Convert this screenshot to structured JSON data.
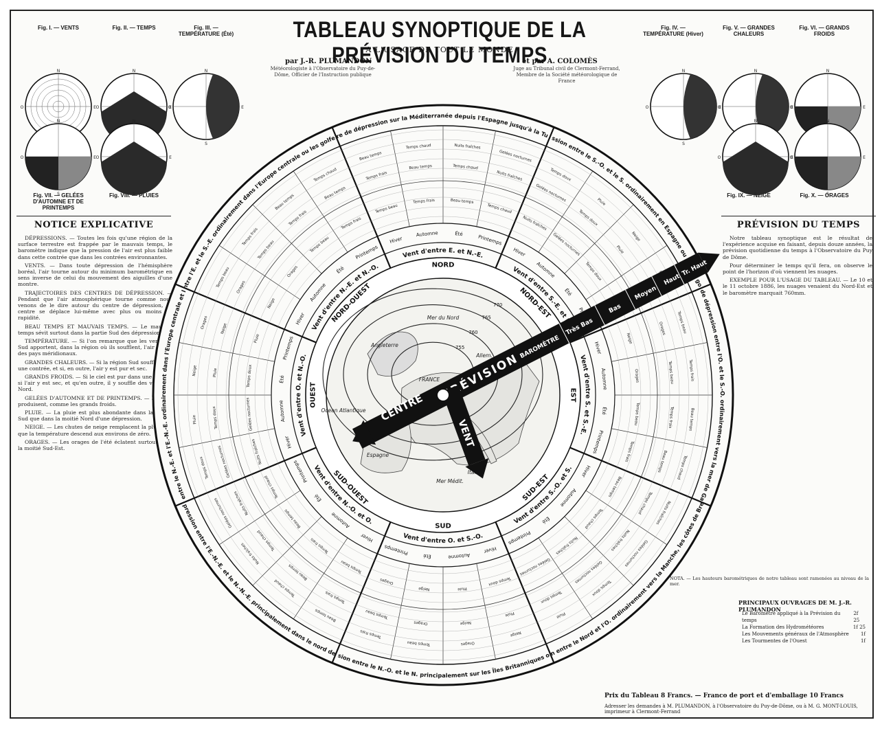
{
  "header": {
    "title": "TABLEAU SYNOPTIQUE DE LA PRÉVISION DU TEMPS",
    "subtitle": "A L'USAGE DE TOUT LE MONDE",
    "author_left": "par J.-R. PLUMANDON",
    "author_left_aff": "Météorologiste à l'Observatoire du Puy-de-Dôme, Officier de l'Instruction publique",
    "author_right": "et par A. COLOMÈS",
    "author_right_aff": "Juge au Tribunal civil de Clermont-Ferrand, Membre de la Société météorologique de France"
  },
  "figures": [
    {
      "label": "Fig. I. — VENTS"
    },
    {
      "label": "Fig. II. — TEMPS"
    },
    {
      "label": "Fig. III. — TEMPÉRATURE (Été)"
    },
    {
      "label": "Fig. VII. — GELÉES D'AUTOMNE ET DE PRINTEMPS"
    },
    {
      "label": "Fig. VIII. — PLUIES"
    },
    {
      "label": "Fig. IV. — TEMPÉRATURE (Hiver)"
    },
    {
      "label": "Fig. V. — GRANDES CHALEURS"
    },
    {
      "label": "Fig. VI. — GRANDS FROIDS"
    },
    {
      "label": "Fig. IX. — NEIGE"
    },
    {
      "label": "Fig. X. — ORAGES"
    }
  ],
  "left_column": {
    "heading": "NOTICE EXPLICATIVE",
    "paragraphs": [
      "DÉPRESSIONS. — Toutes les fois qu'une région de la surface terrestre est frappée par le mauvais temps, le baromètre indique que la pression de l'air est plus faible dans cette contrée que dans les contrées environnantes.",
      "VENTS. — Dans toute dépression de l'hémisphère boréal, l'air tourne autour du minimum barométrique en sens inverse de celui du mouvement des aiguilles d'une montre.",
      "TRAJECTOIRES DES CENTRES DE DÉPRESSION. — Pendant que l'air atmosphérique tourne comme nous venons de le dire autour du centre de dépression, ce centre se déplace lui-même avec plus ou moins de rapidité.",
      "BEAU TEMPS ET MAUVAIS TEMPS. — Le mauvais temps sévit surtout dans la partie Sud des dépressions.",
      "TEMPÉRATURE. — Si l'on remarque que les vents du Sud apportent, dans la région où ils soufflent, l'air chaud des pays méridionaux.",
      "GRANDES CHALEURS. — Si la région Sud souffle dans une contrée, et si, en outre, l'air y est pur et sec.",
      "GRANDS FROIDS. — Si le ciel est pur dans une région, si l'air y est sec, et qu'en outre, il y souffle des vents du Nord.",
      "GELÉES D'AUTOMNE ET DE PRINTEMPS. — Elles se produisent, comme les grands froids.",
      "PLUIE. — La pluie est plus abondante dans la moitié Sud que dans la moitié Nord d'une dépression.",
      "NEIGE. — Les chutes de neige remplacent la pluie dès que la température descend aux environs de zéro.",
      "ORAGES. — Les orages de l'été éclatent surtout dans la moitié Sud-Est."
    ]
  },
  "right_column": {
    "heading": "PRÉVISION DU TEMPS",
    "paragraphs": [
      "Notre tableau synoptique est le résultat de l'expérience acquise en faisant, depuis douze années, la prévision quotidienne du temps à l'Observatoire du Puy de Dôme.",
      "Pour déterminer le temps qu'il fera, on observe le point de l'horizon d'où viennent les nuages.",
      "EXEMPLE POUR L'USAGE DU TABLEAU. — Le 10 et le 11 octobre 1886, les nuages venaient du Nord-Est et le baromètre marquait 760mm."
    ],
    "nota": "NOTA. — Les hauteurs barométriques de notre tableau sont ramenées au niveau de la mer."
  },
  "works": {
    "heading": "PRINCIPAUX OUVRAGES DE M. J.-R. PLUMANDON",
    "items": [
      {
        "title": "Le Baromètre appliqué à la Prévision du temps",
        "price": "2f 25"
      },
      {
        "title": "La Formation des Hydrométéores",
        "price": "1f 25"
      },
      {
        "title": "Les Mouvements généraux de l'Atmosphère",
        "price": "1f"
      },
      {
        "title": "Les Tourmentes de l'Ouest",
        "price": "1f"
      }
    ]
  },
  "footer": {
    "price": "Prix du Tableau 8 Francs. — Franco de port et d'emballage 10 Francs",
    "address": "Adresser les demandes à M. PLUMANDON, à l'Observatoire du Puy-de-Dôme, ou à M. G. MONT-LOUIS, imprimeur à Clermont-Ferrand"
  },
  "wheel": {
    "sector_labels": [
      "Vent d'entre E. et N.-E.",
      "Vent d'entre S.-E. et E.",
      "Vent d'entre S. et S.-E.",
      "Vent d'entre S.-O. et S.",
      "Vent d'entre O. et S.-O.",
      "Vent d'entre N.-O. et O.",
      "Vent d'entre O. et N.-O.",
      "Vent d'entre N.-E. et N.-O."
    ],
    "directions": [
      "NORD",
      "NORD-EST",
      "EST",
      "SUD-EST",
      "SUD",
      "SUD-OUEST",
      "OUEST",
      "NORD-OUEST"
    ],
    "outer_captions": [
      "Centre de dépression sur la Méditerranée depuis l'Espagne jusqu'à la Turquie",
      "Centre de dépression entre le S.-O. et le S. ordinairement en Espagne ou vers le golfe de Gascogne",
      "Centre de dépression entre l'O. et le S.-O. ordinairement vers la mer de Gascogne",
      "Centre de dépression entre le Nord et l'O. ordinairement vers la Manche, les côtes de Bretagne ou de Vendée",
      "Centre de dépression entre le N.-O. et le N. principalement sur les Îles Britanniques ou la mer du Nord",
      "Centre de dépression entre l'E.-N.-E. et le N.-N.-E. principalement dans le nord de l'Allemagne",
      "Centre de dépression entre le N.-E. et l'E.-N.-E. ordinairement dans l'Europe centrale et le nord de l'Adriatique",
      "Centre de dépression entre l'E. et le S.-E. ordinairement dans l'Europe centrale ou les golfes de Gênes et de Venise"
    ],
    "seasons": [
      "Hiver",
      "Automne",
      "Été",
      "Printemps"
    ],
    "cells": [
      "Temps beau",
      "Temps frais",
      "Beau temps",
      "Temps chaud",
      "Nuits fraîches",
      "Gelées nocturnes",
      "Temps doux",
      "Pluie",
      "Neige",
      "Orages"
    ],
    "map": {
      "labels": [
        "Mer du Nord",
        "Angleterre",
        "Allem.",
        "FRANCE",
        "Ocean Atlantique",
        "Italie",
        "Espagne",
        "Mer Médit."
      ],
      "isobars": [
        "755",
        "760",
        "765",
        "770"
      ]
    },
    "needles": {
      "prevision": "PRÉVISION",
      "barometre": "BAROMÈTRE",
      "scale": [
        "Très Bas",
        "Bas",
        "Moyen",
        "Haut",
        "Tr. Haut"
      ],
      "centre": "CENTRE",
      "vent": "VENT"
    }
  }
}
